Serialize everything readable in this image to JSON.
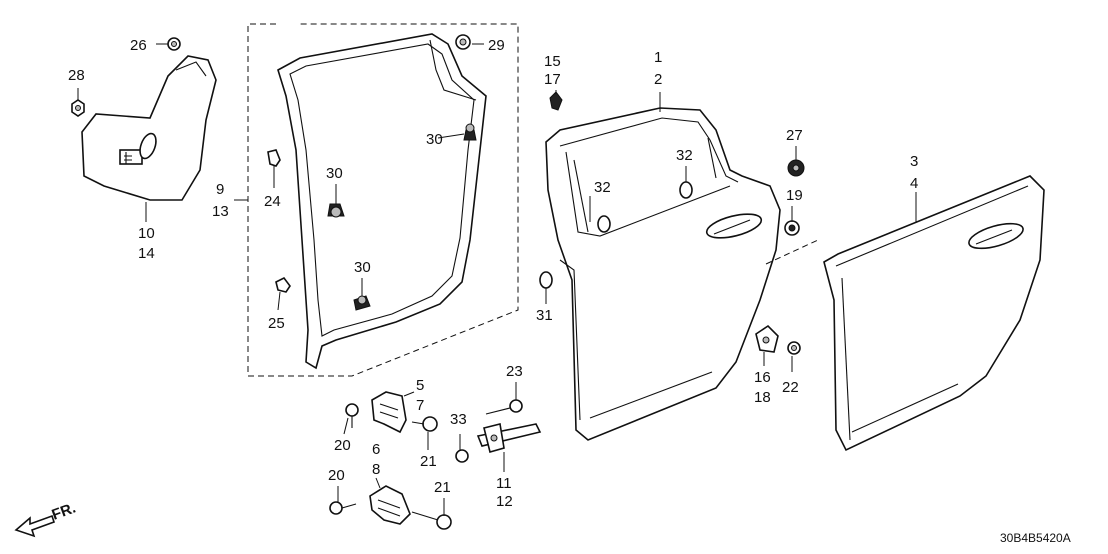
{
  "diagram_code": "30B4B5420A",
  "direction_label": "FR.",
  "callouts": {
    "c1": "1",
    "c2": "2",
    "c3": "3",
    "c4": "4",
    "c5": "5",
    "c6": "6",
    "c7": "7",
    "c8": "8",
    "c9": "9",
    "c10": "10",
    "c11": "11",
    "c12": "12",
    "c13": "13",
    "c14": "14",
    "c15": "15",
    "c16": "16",
    "c17": "17",
    "c18": "18",
    "c19": "19",
    "c20": "20",
    "c21": "21",
    "c22": "22",
    "c23": "23",
    "c24": "24",
    "c25": "25",
    "c26": "26",
    "c27": "27",
    "c28": "28",
    "c29": "29",
    "c30": "30",
    "c31": "31",
    "c32": "32",
    "c33": "33"
  }
}
